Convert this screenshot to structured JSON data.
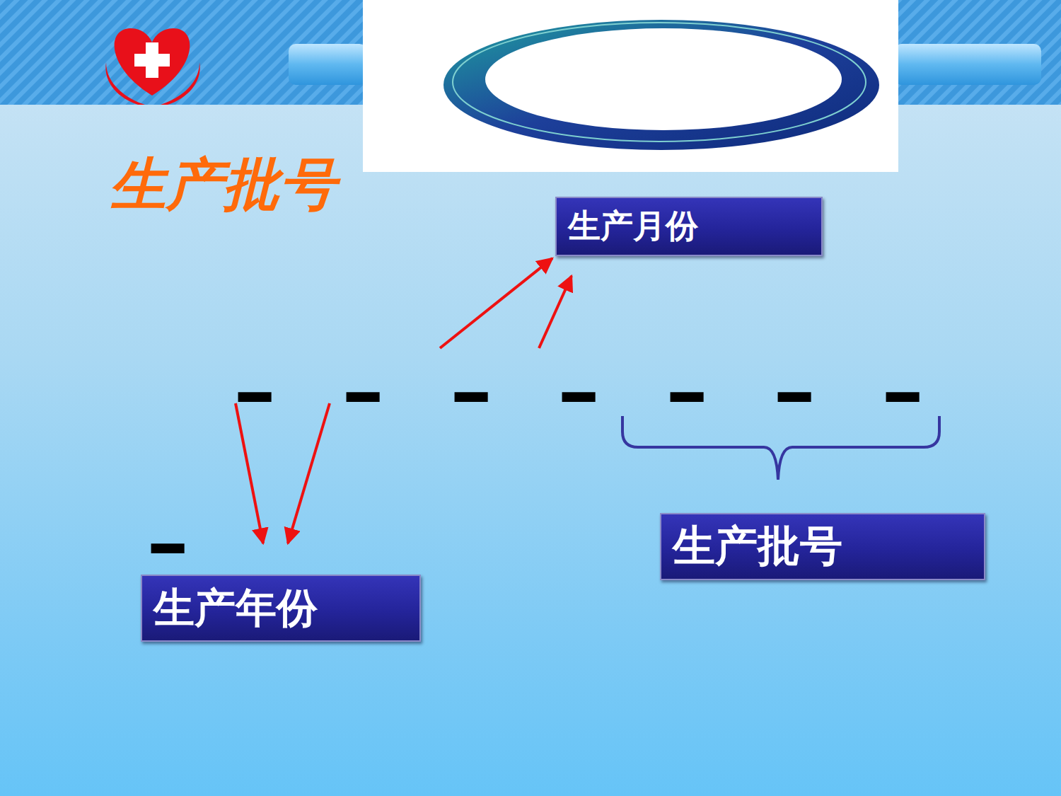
{
  "diagram": {
    "title": "生产批号",
    "nodes": [
      {
        "text": [
          "生产月份"
        ]
      },
      {
        "text": [
          "生产批号"
        ]
      },
      {
        "text": [
          "生产年份"
        ]
      }
    ],
    "labels": [
      "-",
      "-",
      "-",
      "-",
      "-",
      "-",
      "-",
      "-"
    ]
  }
}
